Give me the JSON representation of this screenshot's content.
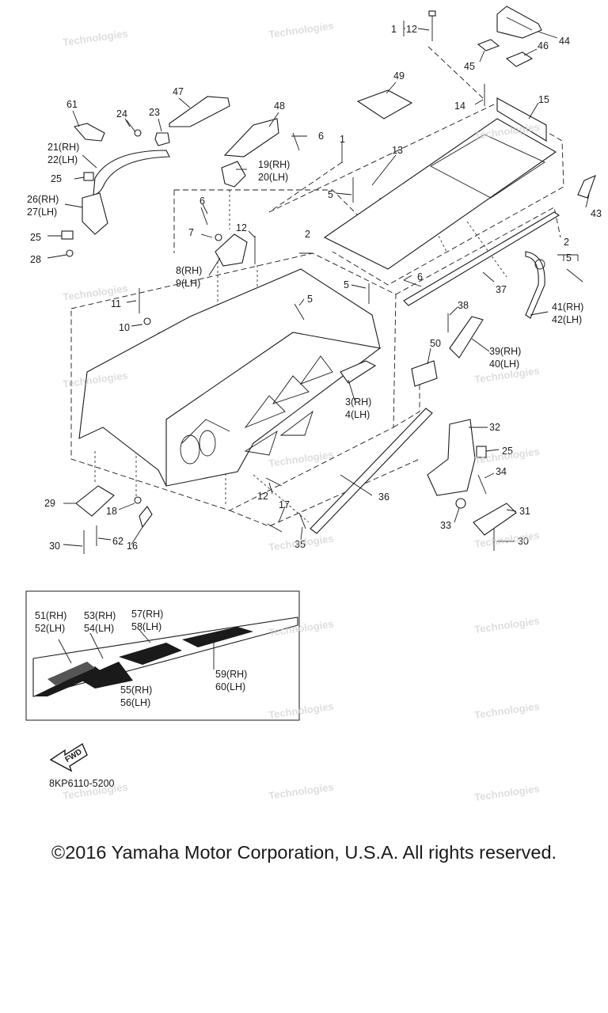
{
  "diagram": {
    "callouts": [
      {
        "id": "c1",
        "text": "1"
      },
      {
        "id": "c12a",
        "text": "12"
      },
      {
        "id": "c44",
        "text": "44"
      },
      {
        "id": "c45",
        "text": "45"
      },
      {
        "id": "c46",
        "text": "46"
      },
      {
        "id": "c49",
        "text": "49"
      },
      {
        "id": "c47",
        "text": "47"
      },
      {
        "id": "c48",
        "text": "48"
      },
      {
        "id": "c61",
        "text": "61"
      },
      {
        "id": "c24",
        "text": "24"
      },
      {
        "id": "c23",
        "text": "23"
      },
      {
        "id": "c14",
        "text": "14"
      },
      {
        "id": "c15",
        "text": "15"
      },
      {
        "id": "c13",
        "text": "13"
      },
      {
        "id": "c1b",
        "text": "1"
      },
      {
        "id": "c6a",
        "text": "6"
      },
      {
        "id": "c21",
        "text": "21(RH)"
      },
      {
        "id": "c22",
        "text": "22(LH)"
      },
      {
        "id": "c19",
        "text": "19(RH)"
      },
      {
        "id": "c20",
        "text": "20(LH)"
      },
      {
        "id": "c25a",
        "text": "25"
      },
      {
        "id": "c5a",
        "text": "5"
      },
      {
        "id": "c43",
        "text": "43"
      },
      {
        "id": "c26",
        "text": "26(RH)"
      },
      {
        "id": "c27",
        "text": "27(LH)"
      },
      {
        "id": "c6b",
        "text": "6"
      },
      {
        "id": "c7",
        "text": "7"
      },
      {
        "id": "c12b",
        "text": "12"
      },
      {
        "id": "c2a",
        "text": "2"
      },
      {
        "id": "c2b",
        "text": "2"
      },
      {
        "id": "c5b",
        "text": "5"
      },
      {
        "id": "c25b",
        "text": "25"
      },
      {
        "id": "c28",
        "text": "28"
      },
      {
        "id": "c8",
        "text": "8(RH)"
      },
      {
        "id": "c9",
        "text": "9(LH)"
      },
      {
        "id": "c6c",
        "text": "6"
      },
      {
        "id": "c5c",
        "text": "5"
      },
      {
        "id": "c37",
        "text": "37"
      },
      {
        "id": "c11",
        "text": "11"
      },
      {
        "id": "c5d",
        "text": "5"
      },
      {
        "id": "c38",
        "text": "38"
      },
      {
        "id": "c41",
        "text": "41(RH)"
      },
      {
        "id": "c42",
        "text": "42(LH)"
      },
      {
        "id": "c10",
        "text": "10"
      },
      {
        "id": "c50",
        "text": "50"
      },
      {
        "id": "c39",
        "text": "39(RH)"
      },
      {
        "id": "c40",
        "text": "40(LH)"
      },
      {
        "id": "c3",
        "text": "3(RH)"
      },
      {
        "id": "c4",
        "text": "4(LH)"
      },
      {
        "id": "c32",
        "text": "32"
      },
      {
        "id": "c25c",
        "text": "25"
      },
      {
        "id": "c34",
        "text": "34"
      },
      {
        "id": "c12c",
        "text": "12"
      },
      {
        "id": "c36",
        "text": "36"
      },
      {
        "id": "c29",
        "text": "29"
      },
      {
        "id": "c18",
        "text": "18"
      },
      {
        "id": "c17",
        "text": "17"
      },
      {
        "id": "c31",
        "text": "31"
      },
      {
        "id": "c33",
        "text": "33"
      },
      {
        "id": "c62",
        "text": "62"
      },
      {
        "id": "c30a",
        "text": "30"
      },
      {
        "id": "c16",
        "text": "16"
      },
      {
        "id": "c35",
        "text": "35"
      },
      {
        "id": "c30b",
        "text": "30"
      }
    ],
    "inset_callouts": [
      {
        "id": "i51",
        "text": "51(RH)"
      },
      {
        "id": "i52",
        "text": "52(LH)"
      },
      {
        "id": "i53",
        "text": "53(RH)"
      },
      {
        "id": "i54",
        "text": "54(LH)"
      },
      {
        "id": "i57",
        "text": "57(RH)"
      },
      {
        "id": "i58",
        "text": "58(LH)"
      },
      {
        "id": "i55",
        "text": "55(RH)"
      },
      {
        "id": "i56",
        "text": "56(LH)"
      },
      {
        "id": "i59",
        "text": "59(RH)"
      },
      {
        "id": "i60",
        "text": "60(LH)"
      }
    ],
    "fwd_label": "FWD",
    "diagram_code": "8KP6110-5200"
  },
  "copyright": "©2016 Yamaha Motor Corporation, U.S.A. All rights reserved.",
  "colors": {
    "ink": "#1a1a1a",
    "watermark": "#cfcfcf",
    "background": "#ffffff"
  }
}
